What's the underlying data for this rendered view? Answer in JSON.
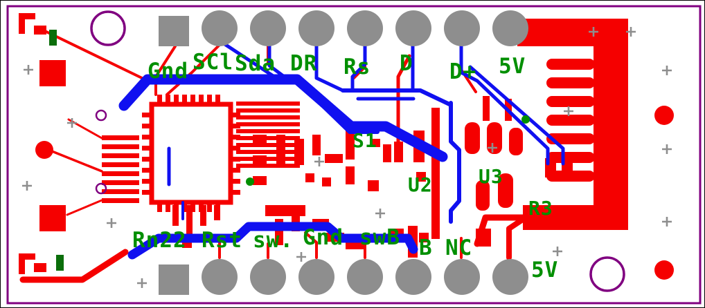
{
  "colors": {
    "copper_top": "#f50000",
    "copper_bottom": "#1010f0",
    "pad_gray": "#8e8e8e",
    "silk_green": "#008f00",
    "silk_green_dark": "#0b6e0b",
    "board_purple": "#800080"
  },
  "labels": {
    "top_pins": [
      "Gnd",
      "SCl",
      "Sda",
      "DR",
      "Rs",
      "D",
      "D+",
      "5V"
    ],
    "bottom_pins": [
      "Rn22",
      "Rst",
      "sw.",
      "Gnd",
      "swB",
      "B",
      "NC",
      "5V"
    ],
    "components": [
      "S1",
      "U2",
      "U3",
      "R3"
    ]
  }
}
